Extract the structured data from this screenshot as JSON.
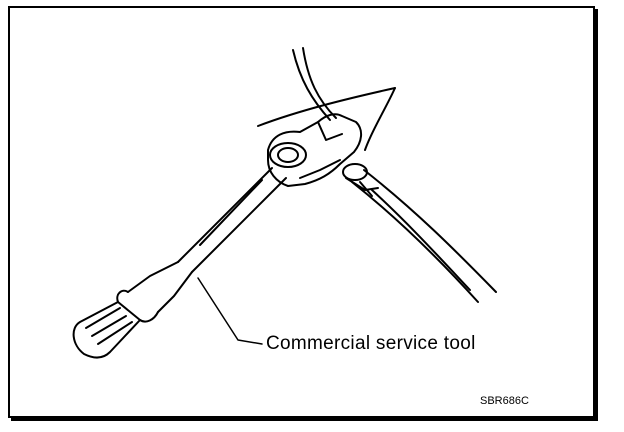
{
  "labels": {
    "callout": "Commercial service tool",
    "figure_id": "SBR686C"
  },
  "colors": {
    "ink": "#000000",
    "paper": "#ffffff"
  },
  "icons": [
    "ratchet-wrench-illustration",
    "brake-tube-illustration",
    "flare-nut-illustration"
  ]
}
